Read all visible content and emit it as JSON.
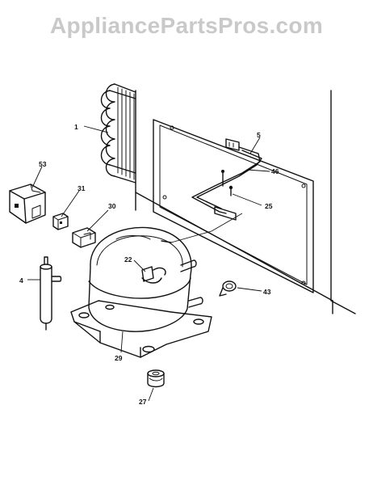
{
  "watermark": "AppliancePartsPros.com",
  "callouts": {
    "p1": "1",
    "p5": "5",
    "p46": "46",
    "p25": "25",
    "p53": "53",
    "p31": "31",
    "p30": "30",
    "p22": "22",
    "p4": "4",
    "p43": "43",
    "p29": "29",
    "p27": "27"
  }
}
